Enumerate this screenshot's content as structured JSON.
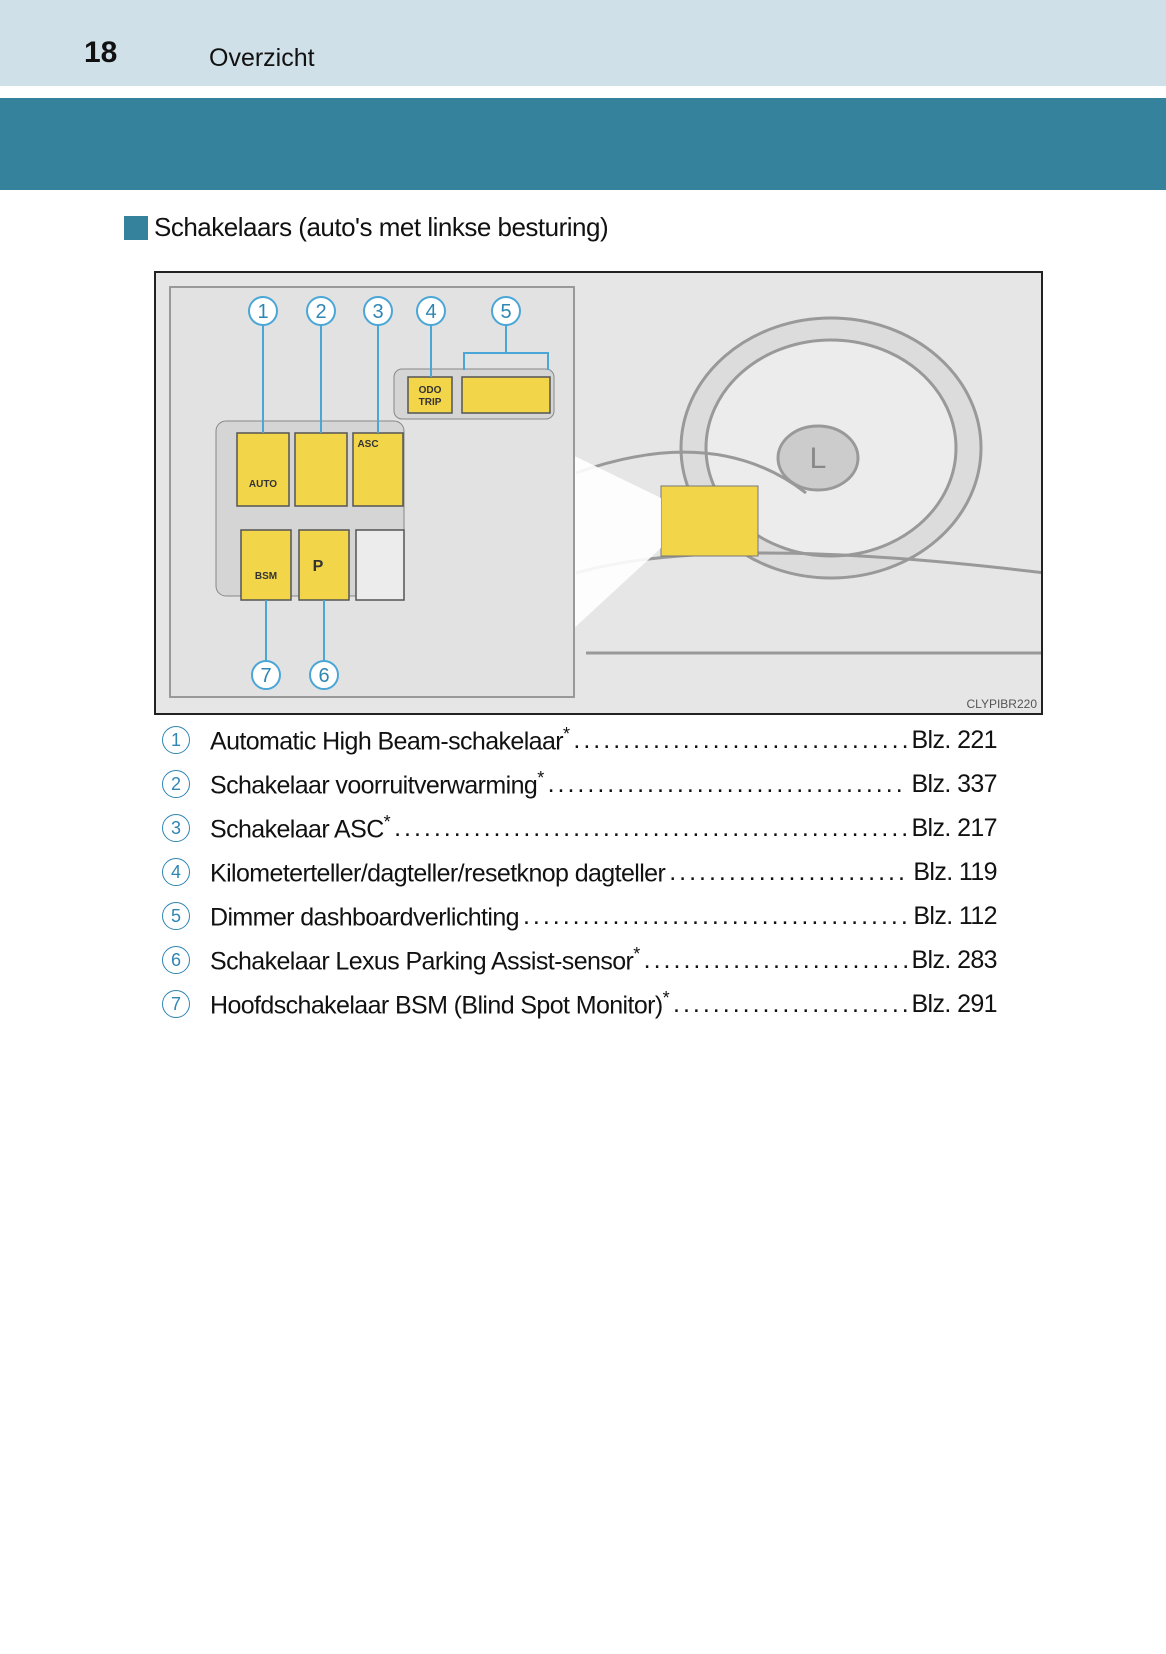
{
  "header": {
    "page_number": "18",
    "title": "Overzicht"
  },
  "section": {
    "title": "Schakelaars (auto's met linkse besturing)"
  },
  "figure": {
    "code": "CLYPIBR220",
    "callouts": [
      "1",
      "2",
      "3",
      "4",
      "5",
      "7",
      "6"
    ],
    "button_labels": {
      "auto": "AUTO",
      "asc": "ASC",
      "bsm": "BSM",
      "p": "P",
      "odo": "ODO",
      "trip": "TRIP"
    },
    "highlight_color": "#f3d54a"
  },
  "items": [
    {
      "num": "1",
      "label": "Automatic High Beam-schakelaar",
      "star": "*",
      "page": "Blz. 221"
    },
    {
      "num": "2",
      "label": "Schakelaar voorruitverwarming",
      "star": "*",
      "page": "Blz. 337"
    },
    {
      "num": "3",
      "label": "Schakelaar ASC",
      "star": "*",
      "page": "Blz. 217"
    },
    {
      "num": "4",
      "label": "Kilometerteller/dagteller/resetknop dagteller",
      "star": "",
      "page": "Blz. 119"
    },
    {
      "num": "5",
      "label": "Dimmer dashboardverlichting",
      "star": "",
      "page": "Blz. 112"
    },
    {
      "num": "6",
      "label": "Schakelaar Lexus Parking Assist-sensor",
      "star": "*",
      "page": "Blz. 283"
    },
    {
      "num": "7",
      "label": "Hoofdschakelaar BSM (Blind Spot Monitor)",
      "star": "*",
      "page": "Blz. 291"
    }
  ]
}
